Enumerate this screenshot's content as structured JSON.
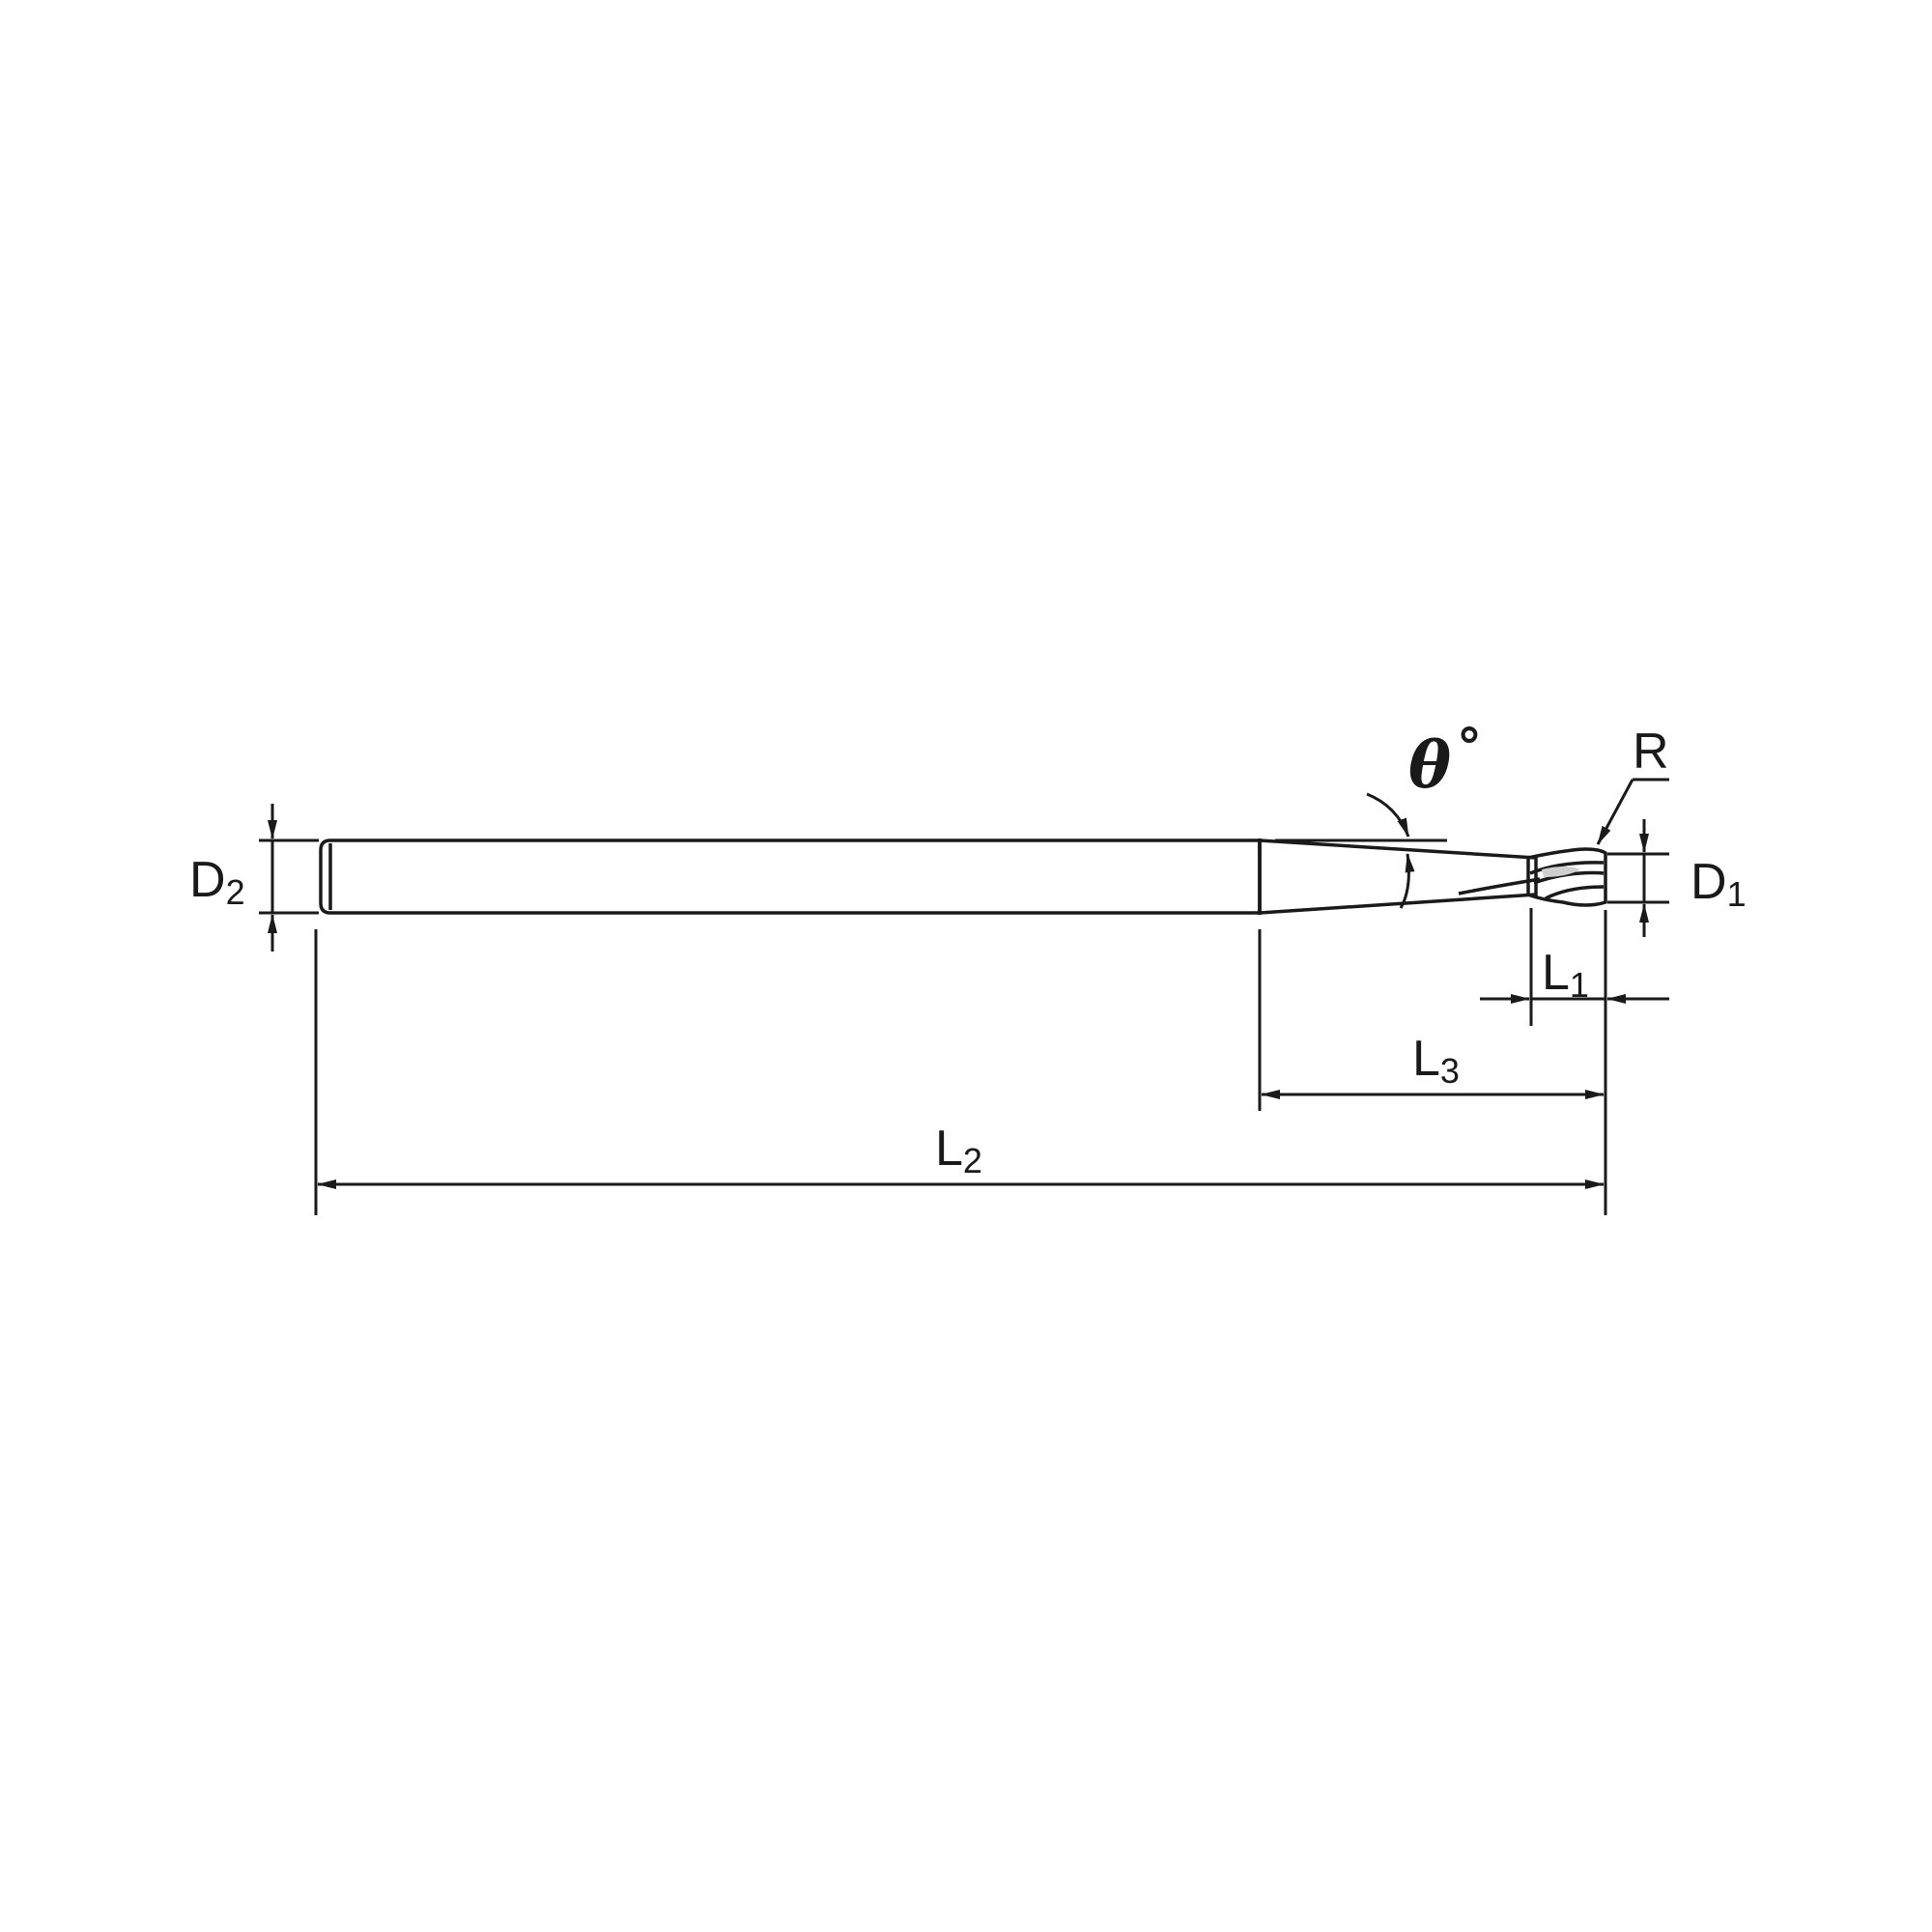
{
  "labels": {
    "d2": {
      "main": "D",
      "sub": "2"
    },
    "d1": {
      "main": "D",
      "sub": "1"
    },
    "l1": {
      "main": "L",
      "sub": "1"
    },
    "l2": {
      "main": "L",
      "sub": "2"
    },
    "l3": {
      "main": "L",
      "sub": "3"
    },
    "radius": "R",
    "angle": {
      "symbol": "θ",
      "unit": "°"
    }
  },
  "colors": {
    "line": "#1a1a1a",
    "background": "#ffffff"
  }
}
